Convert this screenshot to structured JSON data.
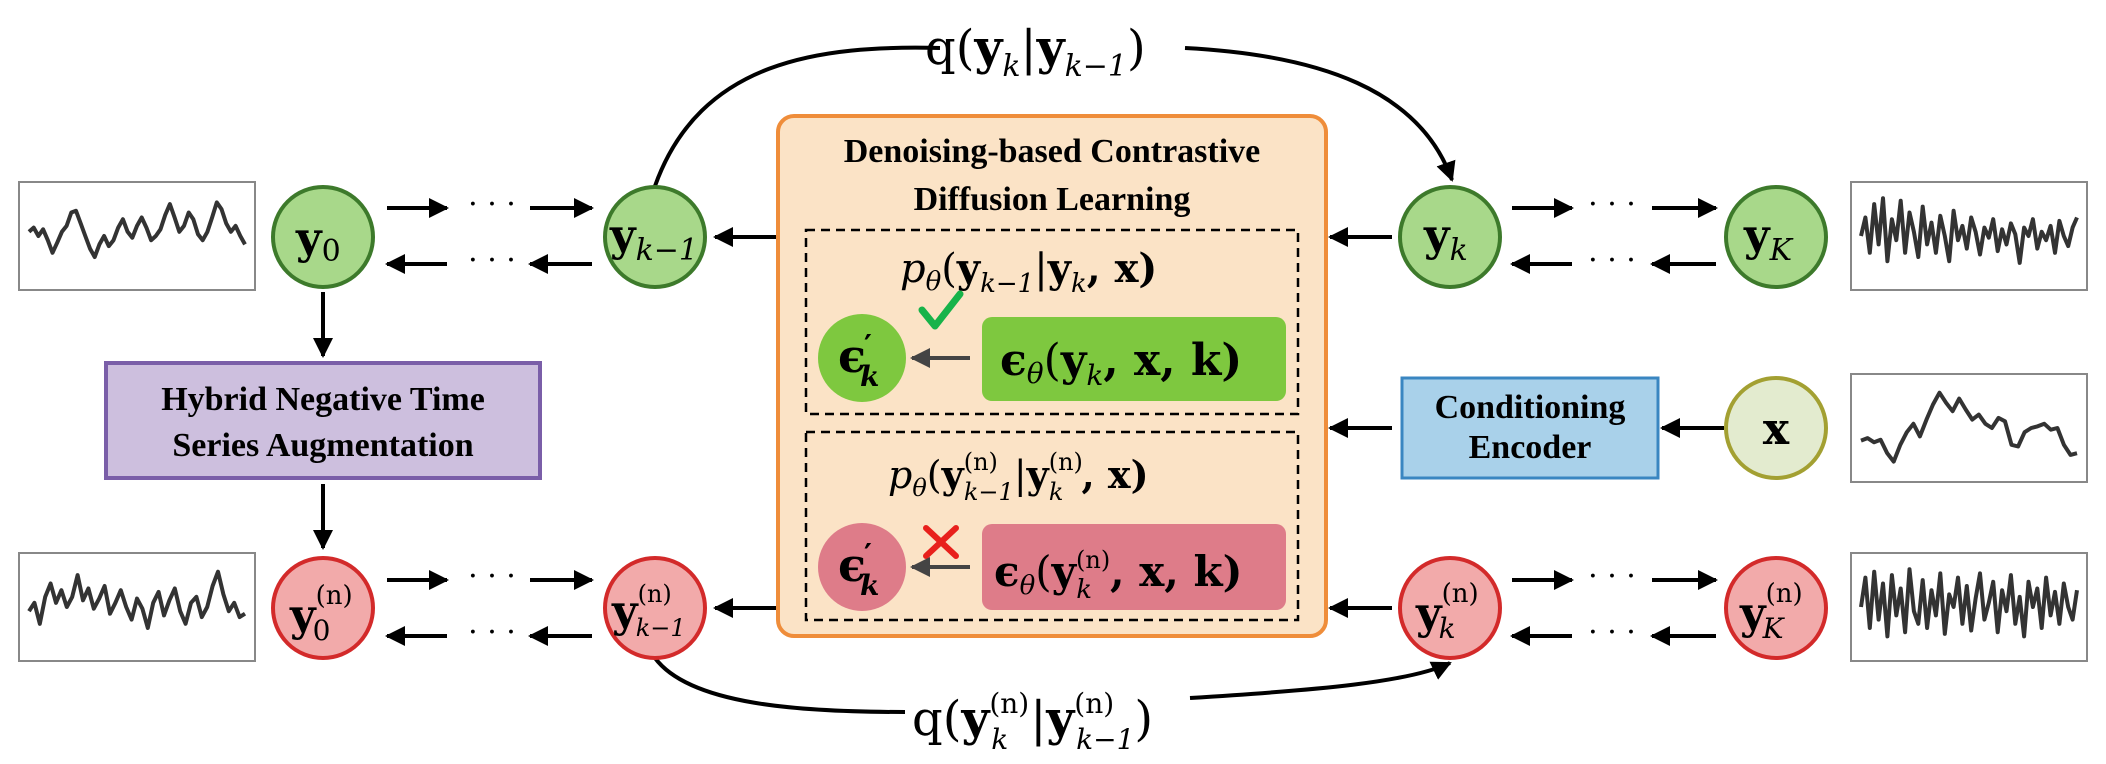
{
  "colors": {
    "green_fill": "#a8d88a",
    "green_stroke": "#3d7a2b",
    "red_fill": "#f2aaaa",
    "red_stroke": "#d32a2a",
    "olive_fill": "#e3ebcf",
    "olive_stroke": "#a3a032",
    "purple_fill": "#cdbfde",
    "purple_stroke": "#7a5ea8",
    "blue_fill": "#a9d1ea",
    "blue_stroke": "#3a86c1",
    "orange_fill": "#fbe3c6",
    "orange_stroke": "#ef8d3a",
    "eps_green": "#7ec83f",
    "eps_red": "#de7c89",
    "check": "#17b34a",
    "cross": "#e8201c",
    "series": "#333333"
  },
  "nodes": {
    "y0": {
      "sym": "y",
      "sub": "0"
    },
    "yk1": {
      "sym": "y",
      "sub": "k−1"
    },
    "yk": {
      "sym": "y",
      "sub": "k"
    },
    "yK": {
      "sym": "y",
      "sub": "K"
    },
    "x": {
      "sym": "x"
    },
    "y0n": {
      "sym": "y",
      "sup": "(n)",
      "sub": "0"
    },
    "yk1n": {
      "sym": "y",
      "sup": "(n)",
      "sub": "k−1"
    },
    "ykn": {
      "sym": "y",
      "sup": "(n)",
      "sub": "k"
    },
    "yKn": {
      "sym": "y",
      "sup": "(n)",
      "sub": "K"
    }
  },
  "labels": {
    "dots": "· · ·",
    "q_top": {
      "q": "q(",
      "y": "y",
      "k": "k",
      "bar": "|",
      "y2": "y",
      "k1": "k−1",
      "close": ")"
    },
    "q_bottom": {
      "q": "q(",
      "y": "y",
      "n": "(n)",
      "k": "k",
      "bar": "|",
      "y2": "y",
      "n2": "(n)",
      "k1": "k−1",
      "close": ")"
    }
  },
  "boxes": {
    "hybrid": {
      "line1": "Hybrid Negative Time",
      "line2": "Series Augmentation"
    },
    "conditioning": {
      "line1": "Conditioning",
      "line2": "Encoder"
    },
    "central": {
      "line1": "Denoising-based Contrastive",
      "line2": "Diffusion Learning"
    }
  },
  "central": {
    "pos_formula": {
      "p": "p",
      "theta": "θ",
      "open": "(",
      "y": "y",
      "k1": "k−1",
      "bar": "|",
      "y2": "y",
      "k": "k",
      "rest": ", x)"
    },
    "neg_formula": {
      "p": "p",
      "theta": "θ",
      "open": "(",
      "y": "y",
      "n": "(n)",
      "k1": "k−1",
      "bar": "|",
      "y2": "y",
      "n2": "(n)",
      "k": "k",
      "rest": ", x)"
    },
    "eps_pos": {
      "eps": "ϵ",
      "prime": "′",
      "k": "k"
    },
    "eps_neg": {
      "eps": "ϵ",
      "prime": "′",
      "k": "k"
    },
    "pos_net": {
      "eps": "ϵ",
      "theta": "θ",
      "open": "(",
      "y": "y",
      "k": "k",
      "rest": ", x, k)"
    },
    "neg_net": {
      "eps": "ϵ",
      "theta": "θ",
      "open": "(",
      "y": "y",
      "n": "(n)",
      "k": "k",
      "rest": ", x, k)"
    },
    "check": "✓",
    "cross": "✕"
  },
  "series": {
    "clean_y0": [
      0.55,
      0.6,
      0.5,
      0.58,
      0.45,
      0.3,
      0.42,
      0.55,
      0.62,
      0.78,
      0.8,
      0.65,
      0.5,
      0.35,
      0.25,
      0.4,
      0.5,
      0.38,
      0.45,
      0.6,
      0.7,
      0.55,
      0.48,
      0.62,
      0.72,
      0.6,
      0.45,
      0.5,
      0.58,
      0.75,
      0.88,
      0.72,
      0.55,
      0.62,
      0.78,
      0.7,
      0.52,
      0.45,
      0.55,
      0.72,
      0.9,
      0.82,
      0.65,
      0.55,
      0.62,
      0.5,
      0.4
    ],
    "noisy_yK": [
      0.5,
      0.72,
      0.3,
      0.88,
      0.4,
      0.95,
      0.2,
      0.7,
      0.45,
      0.92,
      0.3,
      0.78,
      0.55,
      0.25,
      0.85,
      0.4,
      0.66,
      0.3,
      0.74,
      0.5,
      0.2,
      0.8,
      0.45,
      0.62,
      0.35,
      0.72,
      0.55,
      0.28,
      0.6,
      0.48,
      0.7,
      0.32,
      0.58,
      0.4,
      0.65,
      0.52,
      0.18,
      0.6,
      0.5,
      0.7,
      0.35,
      0.55,
      0.45,
      0.62,
      0.3,
      0.68,
      0.5,
      0.38,
      0.6,
      0.72
    ],
    "cond_x": [
      0.35,
      0.38,
      0.33,
      0.36,
      0.2,
      0.1,
      0.3,
      0.45,
      0.55,
      0.4,
      0.6,
      0.78,
      0.92,
      0.8,
      0.7,
      0.85,
      0.72,
      0.6,
      0.66,
      0.55,
      0.5,
      0.62,
      0.58,
      0.3,
      0.28,
      0.45,
      0.5,
      0.52,
      0.55,
      0.48,
      0.5,
      0.3,
      0.18,
      0.2
    ],
    "aug_y0n": [
      0.45,
      0.55,
      0.3,
      0.62,
      0.78,
      0.55,
      0.7,
      0.5,
      0.62,
      0.88,
      0.58,
      0.72,
      0.48,
      0.6,
      0.75,
      0.42,
      0.55,
      0.7,
      0.5,
      0.35,
      0.6,
      0.48,
      0.25,
      0.55,
      0.68,
      0.4,
      0.58,
      0.72,
      0.45,
      0.3,
      0.55,
      0.62,
      0.38,
      0.5,
      0.75,
      0.92,
      0.65,
      0.45,
      0.55,
      0.38,
      0.42
    ],
    "noisy_yKn": [
      0.5,
      0.85,
      0.25,
      0.92,
      0.35,
      0.78,
      0.15,
      0.88,
      0.4,
      0.72,
      0.2,
      0.95,
      0.45,
      0.3,
      0.82,
      0.25,
      0.7,
      0.4,
      0.9,
      0.18,
      0.65,
      0.5,
      0.85,
      0.3,
      0.75,
      0.22,
      0.6,
      0.9,
      0.35,
      0.55,
      0.8,
      0.2,
      0.7,
      0.45,
      0.88,
      0.3,
      0.62,
      0.15,
      0.8,
      0.5,
      0.72,
      0.25,
      0.85,
      0.4,
      0.68,
      0.3,
      0.78,
      0.5,
      0.35,
      0.7
    ]
  }
}
